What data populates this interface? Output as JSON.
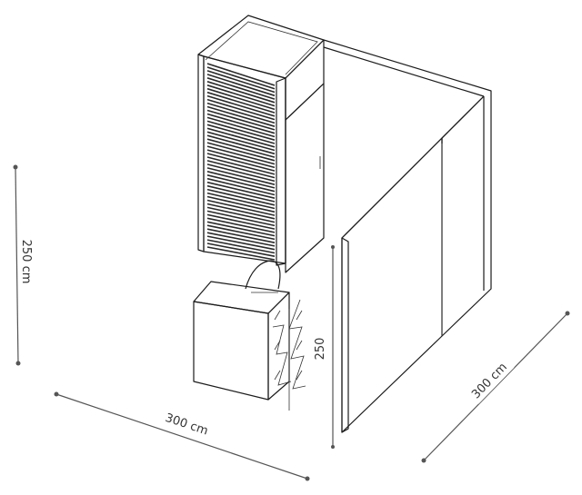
{
  "dimensions": {
    "height_label": "250 cm",
    "width_label": "300 cm",
    "depth_label": "300 cm",
    "partition_height_label": "250"
  }
}
